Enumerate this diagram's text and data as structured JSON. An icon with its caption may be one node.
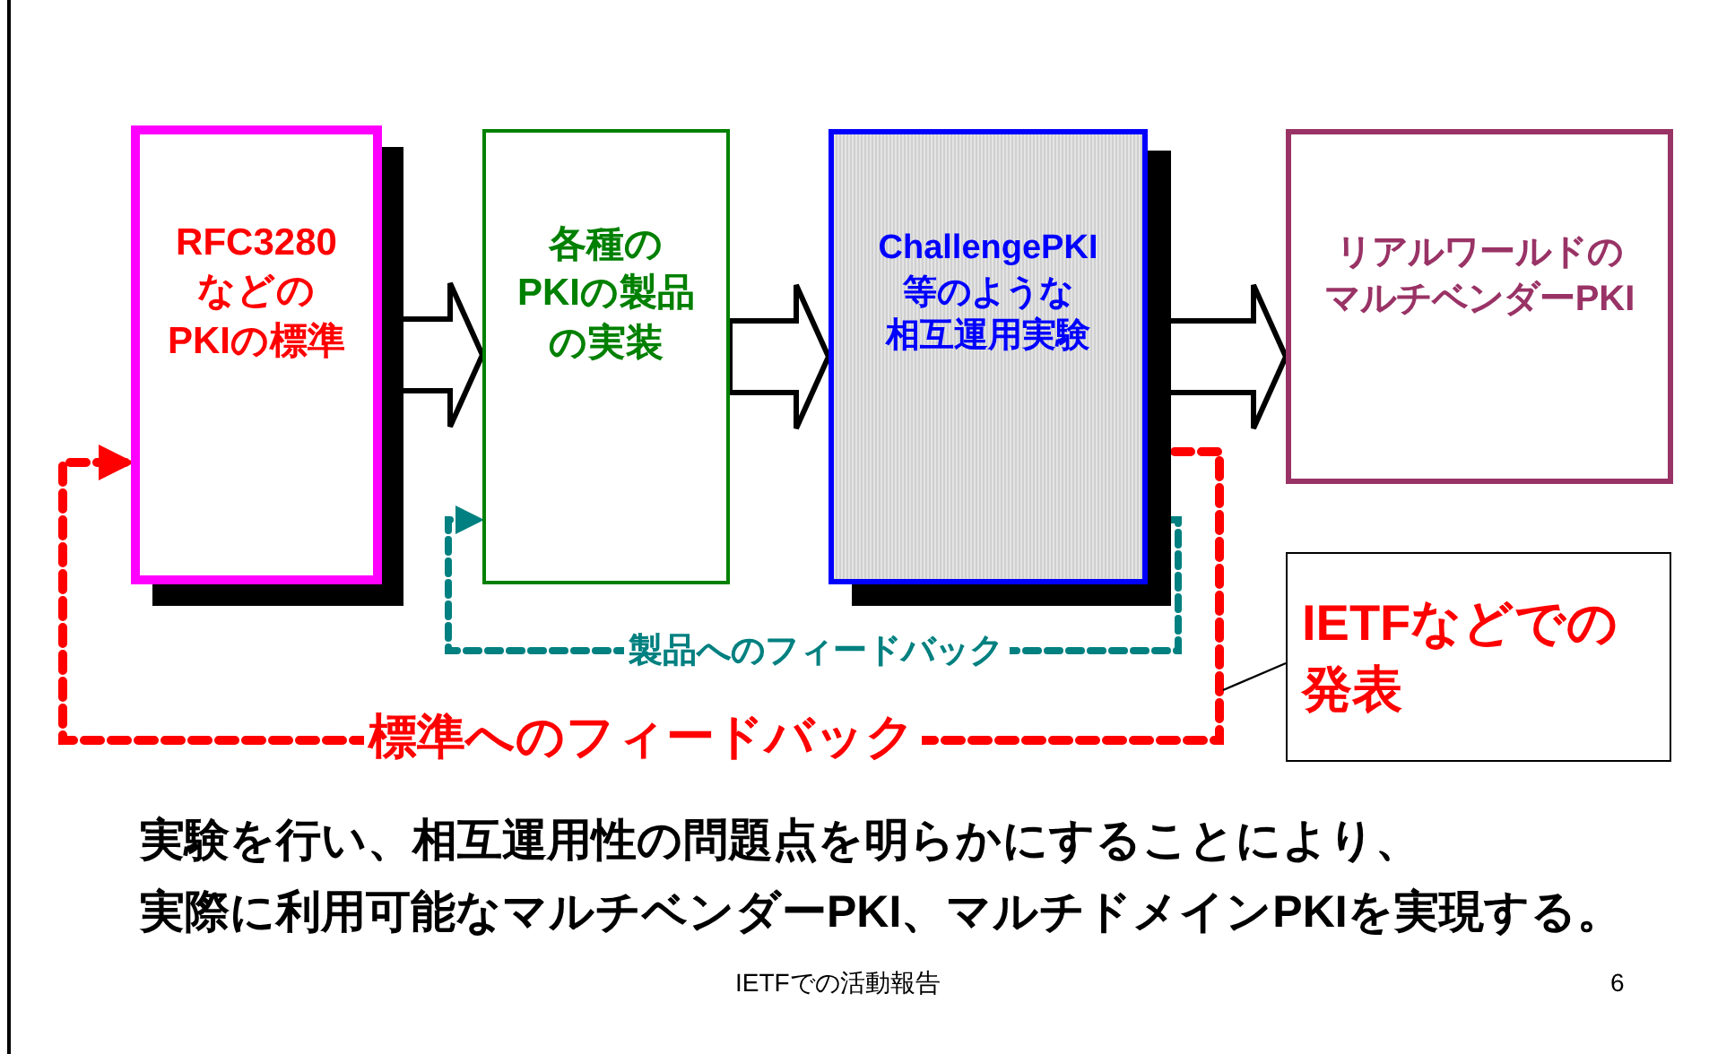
{
  "diagram": {
    "nodes": [
      {
        "text": [
          "RFC3280などのPKIの標準"
        ]
      },
      {
        "text": [
          "各種のPKIの製品の実装"
        ]
      },
      {
        "text": [
          "ChallengePKI等のような相互運用実験"
        ]
      },
      {
        "text": [
          "リアルワールドのマルチベンダーPKI"
        ]
      },
      {
        "text": [
          "IETFなどでの発表"
        ]
      }
    ],
    "edges": [
      {
        "from": 0,
        "to": 1,
        "arrow": "to"
      },
      {
        "from": 1,
        "to": 2,
        "arrow": "to"
      },
      {
        "from": 2,
        "to": 3,
        "arrow": "to"
      },
      {
        "from": 2,
        "to": 1,
        "arrow": "to",
        "label": "製品へのフィードバック",
        "style": "dashed",
        "color": "#008080"
      },
      {
        "from": 2,
        "to": 0,
        "arrow": "to",
        "label": "標準へのフィードバック",
        "style": "dashed",
        "color": "#ff0000"
      },
      {
        "from": 4,
        "to": null,
        "arrow": "none",
        "color": "#000000"
      }
    ],
    "labels": [
      "実験を行い、相互運用性の問題点を明らかにすることにより、",
      "実際に利用可能なマルチベンダーPKI、マルチドメインPKIを実現する。",
      "IETFでの活動報告",
      "6"
    ]
  }
}
